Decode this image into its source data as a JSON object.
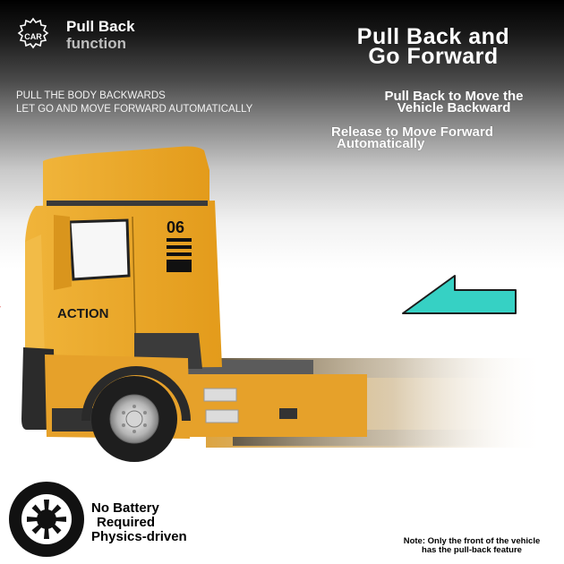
{
  "badge": {
    "label": "CAR"
  },
  "feature_title": {
    "line1": "Pull Back",
    "line2": "function"
  },
  "headline": {
    "line1": "Pull Back and",
    "line2": "Go Forward"
  },
  "description": {
    "line1": "PULL THE BODY BACKWARDS",
    "line2": "LET GO AND MOVE FORWARD AUTOMATICALLY"
  },
  "notes": {
    "back_line1": "Pull Back to Move the",
    "back_line2": "Vehicle Backward",
    "forward_line1": "Release to Move Forward",
    "forward_line2": "Automatically"
  },
  "truck": {
    "number": "06",
    "brand": "ACTION"
  },
  "battery": {
    "line1": "No Battery",
    "line2": "Required",
    "line3": "Physics-driven"
  },
  "footnote": {
    "line1": "Note: Only the front of the vehicle",
    "line2": "has the pull-back feature"
  },
  "colors": {
    "truck_yellow": "#e9a623",
    "arrow_teal": "#36d1c4",
    "brand_red": "#d8231f"
  },
  "icons": {
    "badge": "gear-icon",
    "wheel": "wheel-icon",
    "arrow": "arrow-left-icon"
  }
}
